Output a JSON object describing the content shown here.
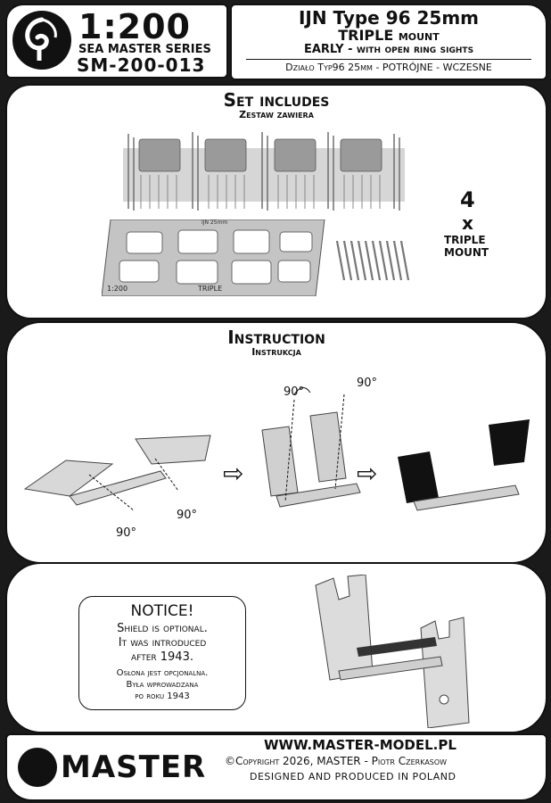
{
  "header": {
    "scale": "1:200",
    "series": "SEA MASTER SERIES",
    "code": "SM-200-013",
    "title_line1": "IJN Type 96 25mm",
    "title_line2": "TRIPLE mount",
    "title_line3": "EARLY - with open ring sights",
    "subtitle_pl": "Działo Typ96 25mm - POTRÓJNE - WCZESNE"
  },
  "set_includes": {
    "heading": "Set includes",
    "heading_pl": "Zestaw zawiera",
    "qty": "4",
    "qty_x": "x",
    "qty_label_1": "TRIPLE",
    "qty_label_2": "MOUNT",
    "pe_label_left": "1:200",
    "pe_label_right": "TRIPLE",
    "pe_top_label": "IJN 25mm"
  },
  "instruction": {
    "heading": "Instruction",
    "heading_pl": "Instrukcja",
    "angle_1": "90°",
    "angle_2": "90°",
    "angle_3": "90°",
    "angle_4": "90°"
  },
  "notice": {
    "title": "NOTICE!",
    "line1": "Shield is optional.",
    "line2": "It was introduced",
    "line3": "after 1943.",
    "pl_line1": "Osłona jest opcjonalna.",
    "pl_line2": "Była wprowadzana",
    "pl_line3": "po roku 1943"
  },
  "footer": {
    "brand": "MASTER",
    "url": "WWW.MASTER-MODEL.PL",
    "copyright": "©Copyright 2026, MASTER - Piotr Czerkasow",
    "designed": "DESIGNED AND PRODUCED IN POLAND"
  }
}
